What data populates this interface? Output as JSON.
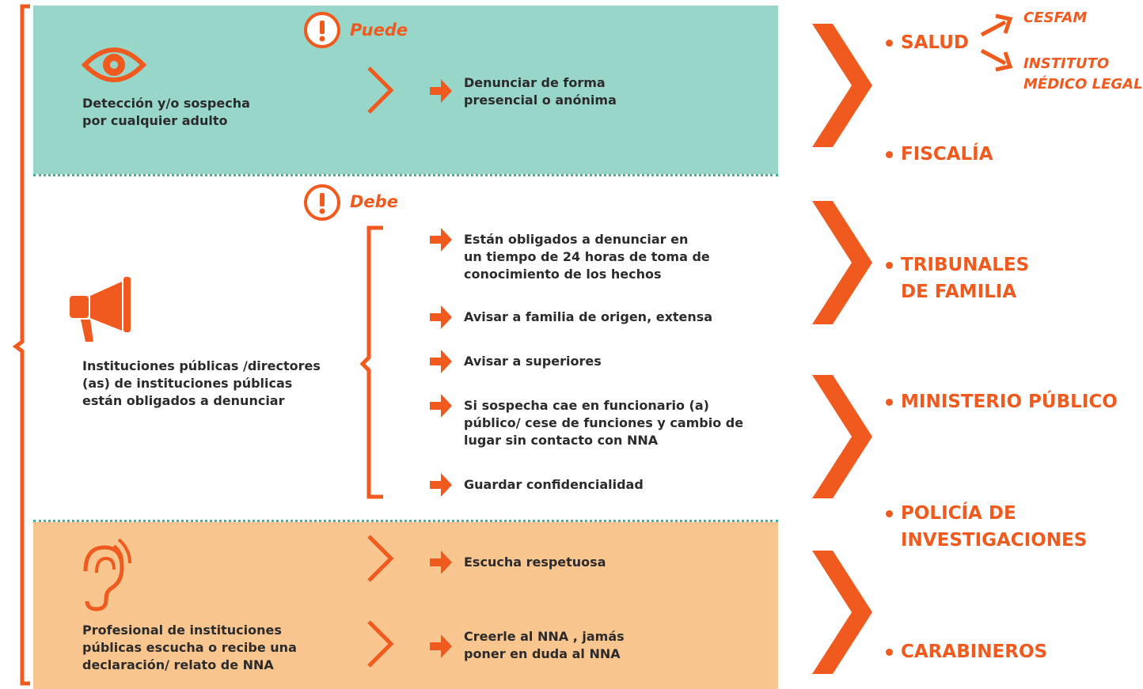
{
  "colors": {
    "accent": "#f05a1e",
    "teal_panel": "#98d6c9",
    "peach_panel": "#fac68f",
    "text": "#2b2b2b"
  },
  "modes": {
    "can": "Puede",
    "must": "Debe"
  },
  "actors": {
    "adult": "Detección y/o sospecha\npor cualquier adulto",
    "institutions": "Instituciones públicas /directores\n(as) de instituciones públicas\nestán obligados a denunciar",
    "professional": "Profesional de instituciones\npúblicas escucha o recibe una\ndeclaración/ relato de NNA"
  },
  "actions": {
    "report": "Denunciar de forma\npresencial o anónima",
    "must_list": [
      "Están obligados a denunciar en\nun tiempo de 24 horas de toma de\nconocimiento de los hechos",
      "Avisar a familia de origen, extensa",
      "Avisar a superiores",
      "Si sospecha cae en funcionario (a)\npúblico/ cese de funciones y cambio de\nlugar sin contacto con NNA",
      "Guardar confidencialidad"
    ],
    "listen": "Escucha respetuosa",
    "believe": "Creerle al NNA , jamás\nponer en duda al NNA"
  },
  "destinations": {
    "salud": "SALUD",
    "salud_sub": [
      "CESFAM",
      "INSTITUTO\nMÉDICO LEGAL"
    ],
    "list": [
      "FISCALÍA",
      "TRIBUNALES\nDE FAMILIA",
      "MINISTERIO PÚBLICO",
      "POLICÍA DE\nINVESTIGACIONES",
      "CARABINEROS"
    ]
  },
  "icons": [
    "eye-icon",
    "megaphone-icon",
    "ear-icon",
    "alert-icon",
    "chevron-right-icon",
    "arrow-right-icon"
  ]
}
